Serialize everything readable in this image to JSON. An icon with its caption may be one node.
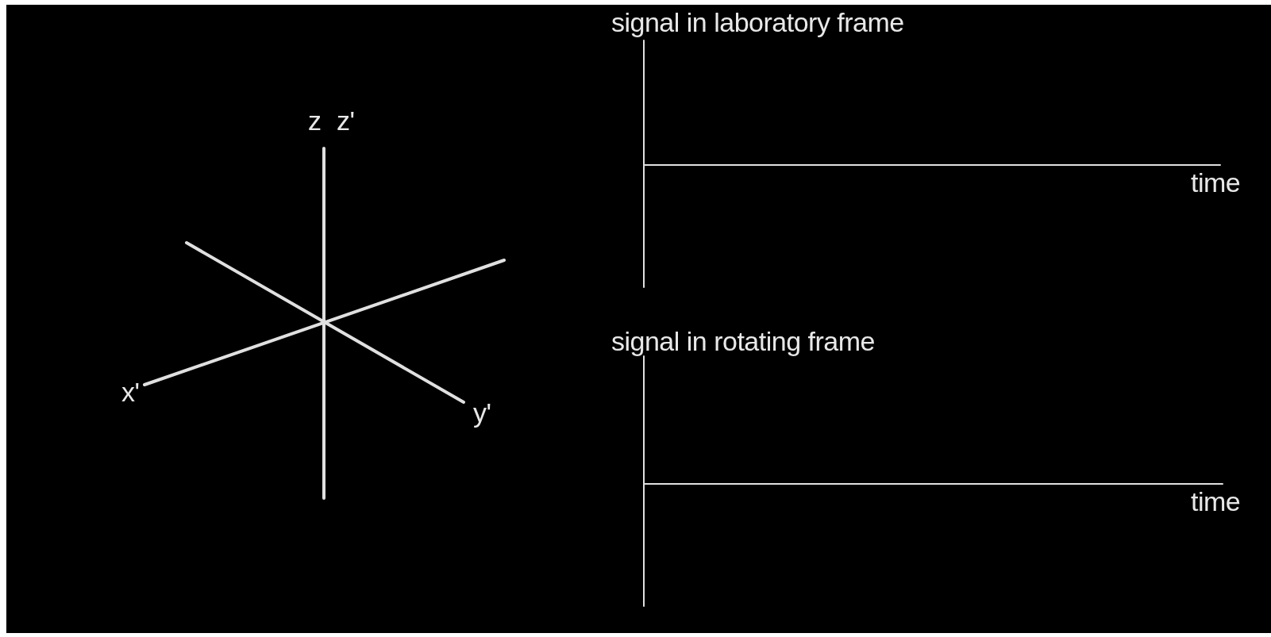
{
  "diagram": {
    "labels": [
      "signal in laboratory frame",
      "z",
      "z'",
      "time",
      "x'",
      "signal in rotating frame",
      "y'",
      "time"
    ]
  }
}
